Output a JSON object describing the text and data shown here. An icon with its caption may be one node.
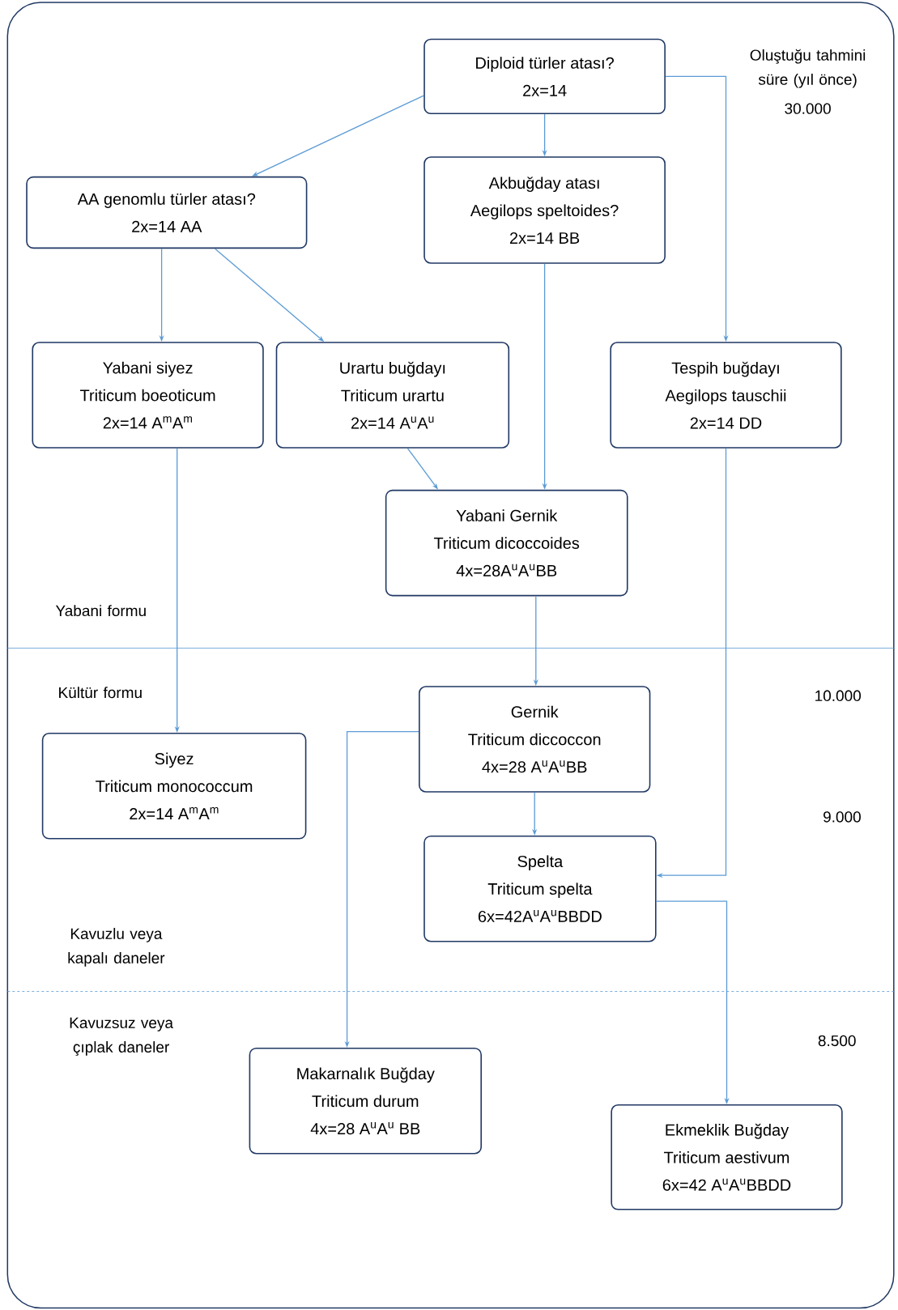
{
  "diagram": {
    "nodes": [
      {
        "text": [
          "Diploid türler atası?",
          "2x=14"
        ]
      },
      {
        "text": [
          "AA genomlu türler atası?",
          "2x=14 AA"
        ]
      },
      {
        "text": [
          "Akbuğday atası",
          "Aegilops speltoides?",
          "2x=14 BB"
        ]
      },
      {
        "text": [
          "Yabani siyez",
          "Triticum boeoticum",
          "2x=14 A$^{m}$A$^{m}$"
        ]
      },
      {
        "text": [
          "Urartu buğdayı",
          "Triticum urartu",
          "2x=14 A$^{u}$A$^{u}$"
        ]
      },
      {
        "text": [
          "Tespih buğdayı",
          "Aegilops tauschii",
          "2x=14 DD"
        ]
      },
      {
        "text": [
          "Yabani Gernik",
          "Triticum dicoccoides",
          "4x=28A$^{u}$A$^{u}$BB"
        ]
      },
      {
        "text": [
          "Gernik",
          "Triticum diccoccon",
          "4x=28 A$^{u}$A$^{u}$BB"
        ]
      },
      {
        "text": [
          "Siyez",
          "Triticum monococcum",
          "2x=14 A$^{m}$A$^{m}$"
        ]
      },
      {
        "text": [
          "Spelta",
          "Triticum spelta",
          "6x=42A$^{u}$A$^{u}$BBDD"
        ]
      },
      {
        "text": [
          "Makarnalık Buğday",
          "Triticum durum",
          "4x=28 A$^{u}$A$^{u}$ BB"
        ]
      },
      {
        "text": [
          "Ekmeklik Buğday",
          "Triticum aestivum",
          "6x=42 A$^{u}$A$^{u}$BBDD"
        ]
      }
    ],
    "edges": [
      {
        "from": 0,
        "to": 1,
        "arrow": "to"
      },
      {
        "from": 0,
        "to": 2,
        "arrow": "to"
      },
      {
        "from": 0,
        "to": 5,
        "arrow": "to"
      },
      {
        "from": 1,
        "to": 3,
        "arrow": "to"
      },
      {
        "from": 1,
        "to": 4,
        "arrow": "to"
      },
      {
        "from": 2,
        "to": 6,
        "arrow": "to"
      },
      {
        "from": 4,
        "to": 6,
        "arrow": "to"
      },
      {
        "from": 3,
        "to": 8,
        "arrow": "to"
      },
      {
        "from": 6,
        "to": 7,
        "arrow": "to"
      },
      {
        "from": 7,
        "to": 10,
        "arrow": "to"
      },
      {
        "from": 7,
        "to": 9,
        "arrow": "to"
      },
      {
        "from": 5,
        "to": 9,
        "arrow": "to"
      },
      {
        "from": 9,
        "to": 11,
        "arrow": "to"
      }
    ],
    "labels": [
      "Oluştuğu tahmini süre (yıl önce)",
      "30.000",
      "Yabani formu",
      "Kültür formu",
      "10.000",
      "9.000",
      "Kavuzlu veya kapalı daneler",
      "Kavuzsuz veya çıplak daneler",
      "8.500"
    ]
  }
}
